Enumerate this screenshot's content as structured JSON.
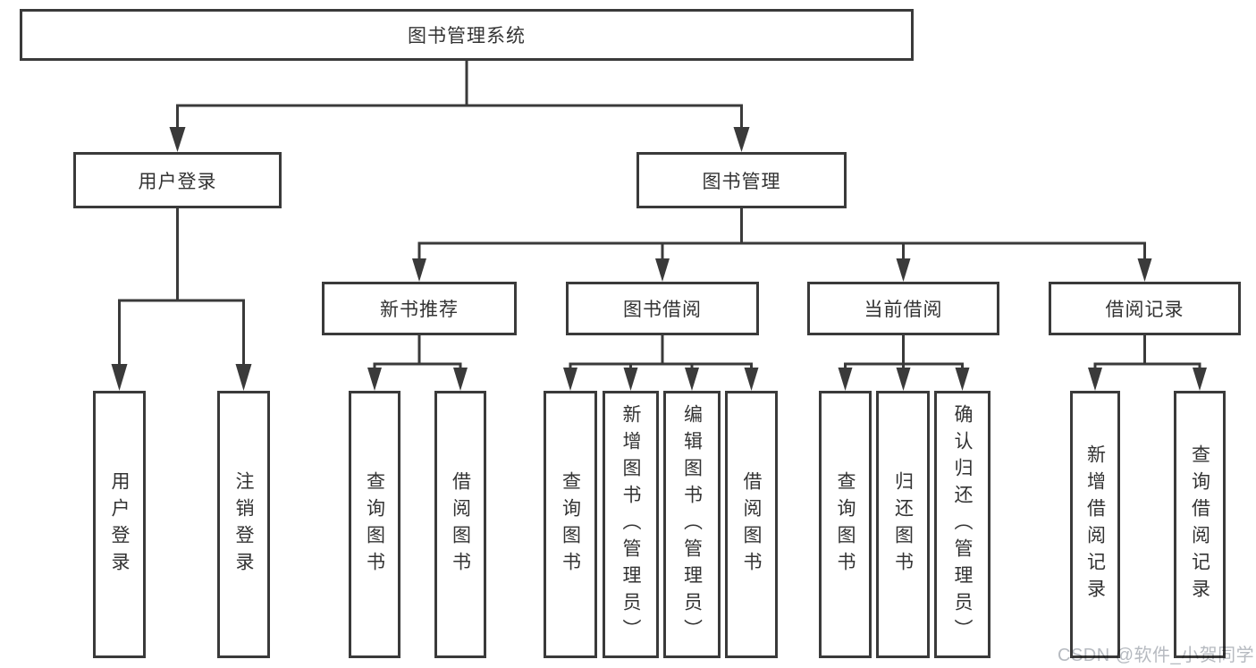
{
  "colors": {
    "line": "#3a3a3a",
    "text": "#333333",
    "box-bg": "#ffffff",
    "page-bg": "#ffffff",
    "watermark": "#b6bac0"
  },
  "tree": {
    "root": "图书管理系统",
    "user": {
      "label": "用户登录",
      "children": [
        "用户登录",
        "注销登录"
      ]
    },
    "book": {
      "label": "图书管理",
      "groups": [
        {
          "label": "新书推荐",
          "children": [
            "查询图书",
            "借阅图书"
          ]
        },
        {
          "label": "图书借阅",
          "children": [
            "查询图书",
            "新增图书（管理员）",
            "编辑图书（管理员）",
            "借阅图书"
          ]
        },
        {
          "label": "当前借阅",
          "children": [
            "查询图书",
            "归还图书",
            "确认归还（管理员）"
          ]
        },
        {
          "label": "借阅记录",
          "children": [
            "新增借阅记录",
            "查询借阅记录"
          ]
        }
      ]
    }
  },
  "watermark": "CSDN @软件_小贺同学"
}
